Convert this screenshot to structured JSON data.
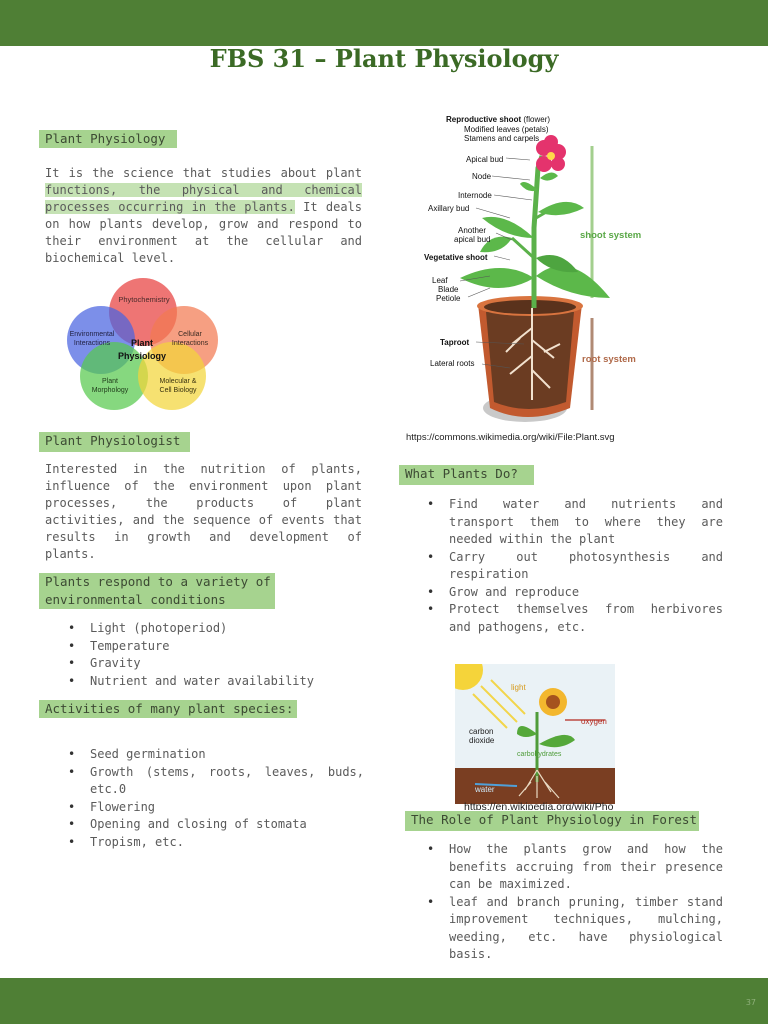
{
  "document": {
    "title": "FBS 31 – Plant Physiology",
    "page_number": "37"
  },
  "plant_physiology": {
    "heading": "Plant Physiology",
    "text_plain_1": "It is the science that studies about plant ",
    "text_highlight": "functions, the physical and chemical processes occurring in the plants.",
    "text_plain_2": " It deals on how plants develop, grow and respond to their environment at the cellular and biochemical level."
  },
  "venn": {
    "circles": [
      {
        "label_1": "Phytochemistry",
        "label_2": "",
        "color": "#e8403f"
      },
      {
        "label_1": "Environmental",
        "label_2": "Interactions",
        "color": "#4a64e0"
      },
      {
        "label_1": "Cellular",
        "label_2": "Interactions",
        "color": "#f27a52"
      },
      {
        "label_1": "Plant",
        "label_2": "Morphology",
        "color": "#58c94e"
      },
      {
        "label_1": "Molecular &",
        "label_2": "Cell Biology",
        "color": "#f3d63a"
      }
    ],
    "center_1": "Plant",
    "center_2": "Physiology"
  },
  "plant_physiologist": {
    "heading": "Plant Physiologist",
    "text": "Interested in the nutrition of plants, influence of the environment upon plant processes, the products of plant activities, and the sequence of events that results in growth and development of plants."
  },
  "respond": {
    "heading_line1": "Plants respond to a variety of",
    "heading_line2": "environmental conditions",
    "items": [
      "Light (photoperiod)",
      "Temperature",
      "Gravity",
      "Nutrient and water availability"
    ]
  },
  "activities": {
    "heading": "Activities of many plant species:",
    "items": [
      "Seed germination",
      "Growth (stems, roots, leaves, buds, etc.0",
      "Flowering",
      "Opening and closing of stomata",
      "Tropism, etc."
    ]
  },
  "plant_diagram": {
    "labels": {
      "reproductive": "Reproductive shoot",
      "flower": "(flower)",
      "modified_leaves": "Modified leaves (petals)",
      "stamens": "Stamens and carpels",
      "apical_bud": "Apical bud",
      "node": "Node",
      "internode": "Internode",
      "axillary_bud": "Axillary bud",
      "another_1": "Another",
      "another_2": "apical bud",
      "vegetative": "Vegetative shoot",
      "leaf": "Leaf",
      "blade": "Blade",
      "petiole": "Petiole",
      "taproot": "Taproot",
      "lateral_roots": "Lateral roots",
      "shoot_system": "shoot system",
      "root_system": "root system"
    },
    "colors": {
      "stem": "#5bb14a",
      "leaf": "#5cb84a",
      "flower": "#e4336d",
      "pot": "#c25a2f",
      "soil": "#6b3c22",
      "system_line": "#a3cf8e",
      "root_line": "#b08a74"
    },
    "caption": "https://commons.wikimedia.org/wiki/File:Plant.svg"
  },
  "what_plants_do": {
    "heading": "What Plants Do?",
    "items": [
      "Find water and nutrients and transport them to where they are needed within the plant",
      "Carry out photosynthesis and respiration",
      "Grow and reproduce",
      "Protect themselves from herbivores and pathogens, etc."
    ]
  },
  "photo_diagram": {
    "labels": {
      "light": "light",
      "oxygen": "oxygen",
      "carbon_1": "carbon",
      "carbon_2": "dioxide",
      "carbohydrates": "carbohydrates",
      "water": "water"
    },
    "caption": "https://en.wikipedia.org/wiki/Pho"
  },
  "forest": {
    "heading": "The Role of Plant Physiology in Forest",
    "items": [
      "How the plants grow and how the benefits accruing from their presence can be maximized.",
      "leaf and branch pruning, timber stand improvement techniques, mulching, weeding, etc. have physiological basis."
    ]
  }
}
